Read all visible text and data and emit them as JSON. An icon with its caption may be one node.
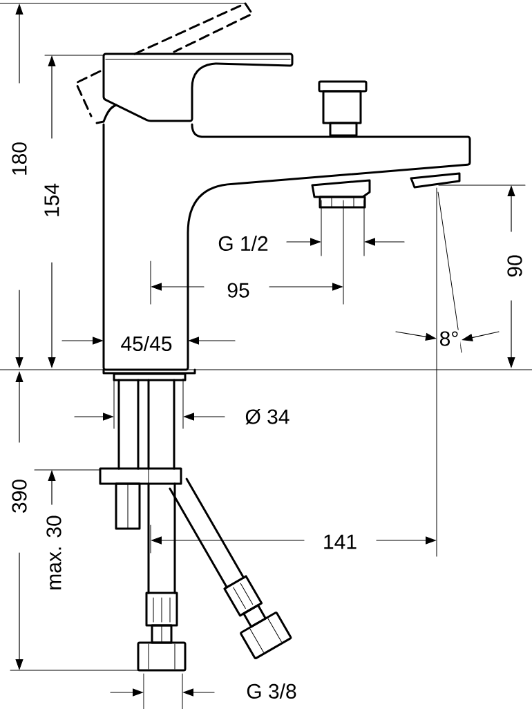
{
  "diagram": {
    "labels": [
      "180",
      "154",
      "G 1/2",
      "95",
      "90",
      "45/45",
      "8°",
      "390",
      "Ø 34",
      "max. 30",
      "141",
      "G 3/8"
    ]
  }
}
